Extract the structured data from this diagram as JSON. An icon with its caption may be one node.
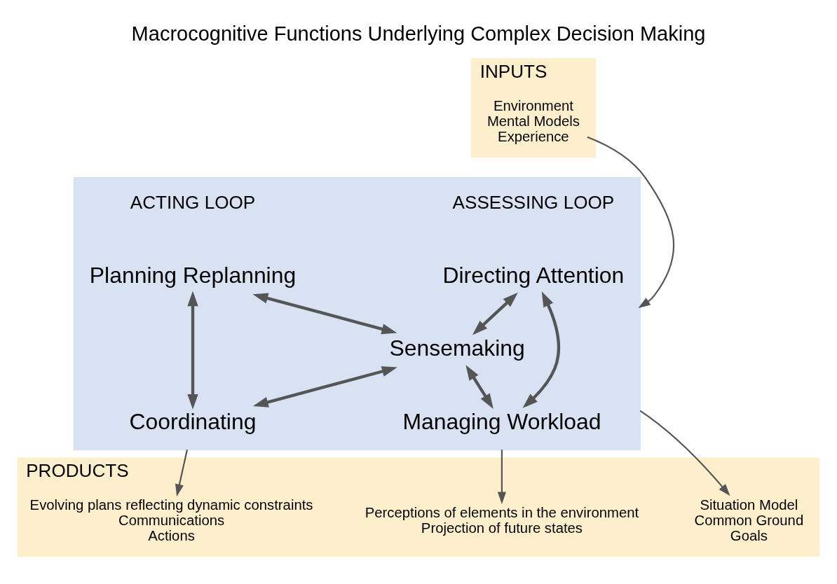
{
  "diagram": {
    "title": "Macrocognitive Functions Underlying Complex Decision Making",
    "nodes": [
      {
        "text": [
          "INPUTS"
        ]
      },
      {
        "text": [
          "Environment",
          "Mental Models",
          "Experience"
        ],
        "in": 0
      },
      {
        "text": [],
        "shape": "box"
      },
      {
        "text": [
          "Directing Attention"
        ],
        "in": 2
      },
      {
        "text": [
          "Planning Replanning"
        ],
        "in": 2
      },
      {
        "text": [
          "Sensemaking"
        ],
        "in": 2
      },
      {
        "text": [
          "Managing Workload"
        ],
        "in": 2
      },
      {
        "text": [
          "Coordinating"
        ],
        "in": 2
      },
      {
        "text": [
          "PRODUCTS"
        ]
      },
      {
        "text": [
          "Perceptions of elements in the environment",
          "Projection of future states"
        ],
        "in": 8
      },
      {
        "text": [
          "Situation Model",
          "Common Ground",
          "Goals"
        ],
        "in": 8
      },
      {
        "text": [
          "Evolving plans reflecting dynamic constraints",
          "Communications",
          "Actions"
        ],
        "in": 8
      }
    ],
    "edges": [
      {
        "from": 1,
        "to": 2,
        "arrow": "to"
      },
      {
        "from": 3,
        "to": 5,
        "arrow": "both"
      },
      {
        "from": 5,
        "to": 4,
        "arrow": "both"
      },
      {
        "from": 3,
        "to": 6,
        "arrow": "both"
      },
      {
        "from": 4,
        "to": 7,
        "arrow": "both"
      },
      {
        "from": 6,
        "to": 5,
        "arrow": "both"
      },
      {
        "from": 5,
        "to": 7,
        "arrow": "both"
      },
      {
        "from": 2,
        "to": 9,
        "arrow": "to"
      },
      {
        "from": 2,
        "to": 10,
        "arrow": "to"
      },
      {
        "from": 2,
        "to": 11,
        "arrow": "to"
      }
    ],
    "labels": [
      "ASSESSING LOOP",
      "ACTING LOOP"
    ]
  }
}
